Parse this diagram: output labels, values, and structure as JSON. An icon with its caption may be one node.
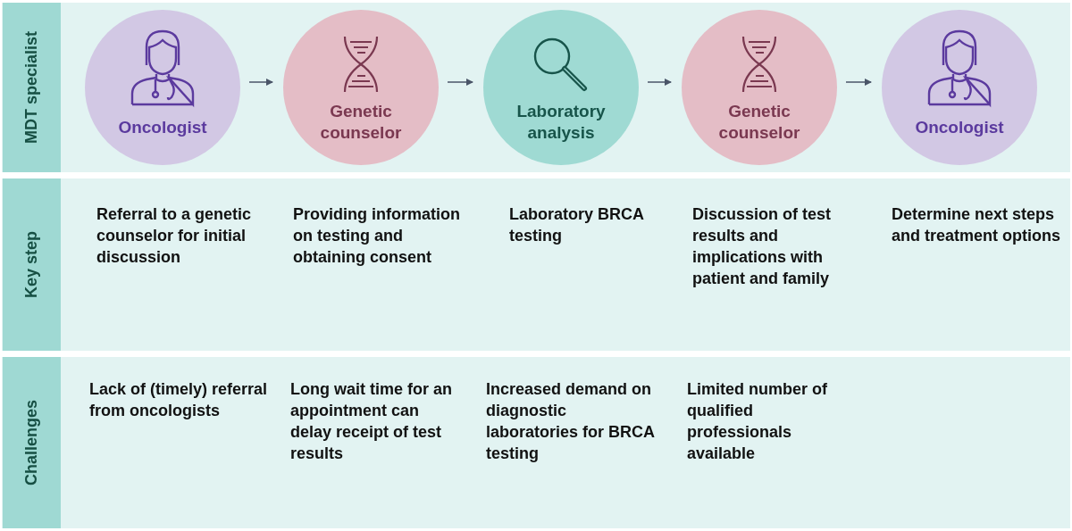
{
  "diagram": {
    "nodes": [
      {
        "text": [
          "MDT specialist"
        ]
      },
      {
        "text": [
          "Oncologist"
        ]
      },
      {
        "text": [
          "Genetic counselor"
        ]
      },
      {
        "text": [
          "Laboratory analysis"
        ]
      },
      {
        "text": [
          "Genetic counselor"
        ]
      },
      {
        "text": [
          "Oncologist"
        ]
      },
      {
        "text": [
          "Key step"
        ]
      },
      {
        "text": [
          "Challenges"
        ]
      }
    ],
    "edges": [
      {
        "from": 1,
        "to": 2,
        "arrow": "to"
      },
      {
        "from": 2,
        "to": 3,
        "arrow": "to"
      },
      {
        "from": 3,
        "to": 4,
        "arrow": "to"
      },
      {
        "from": 4,
        "to": 5,
        "arrow": "to"
      }
    ],
    "labels": [
      "Referral to a genetic counselor for initial discussion",
      "Providing information on testing and obtaining consent",
      "Laboratory BRCA testing",
      "Discussion of test results and implications with patient and family",
      "Determine next steps and treatment options",
      "Lack of (timely) referral from oncologists",
      "Long wait time for an appointment can delay receipt of test results",
      "Increased demand on diagnostic laboratories for BRCA testing",
      "Limited number of qualified professionals available"
    ]
  }
}
